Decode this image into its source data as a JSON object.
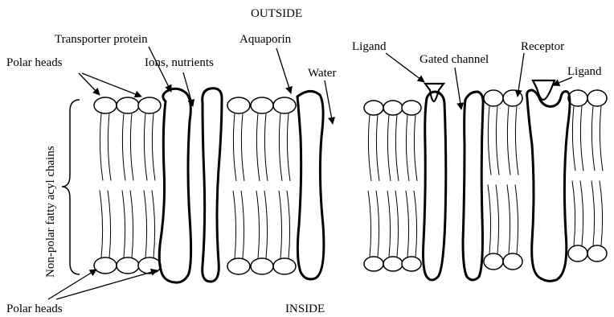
{
  "labels": {
    "outside": "OUTSIDE",
    "inside": "INSIDE",
    "transporter_protein": "Transporter protein",
    "polar_heads_top": "Polar heads",
    "ions_nutrients": "Ions, nutrients",
    "aquaporin": "Aquaporin",
    "water": "Water",
    "ligand_left": "Ligand",
    "gated_channel": "Gated channel",
    "receptor": "Receptor",
    "ligand_right": "Ligand",
    "fatty_chains": "Non-polar fatty acyl chains",
    "polar_heads_bottom": "Polar heads"
  }
}
